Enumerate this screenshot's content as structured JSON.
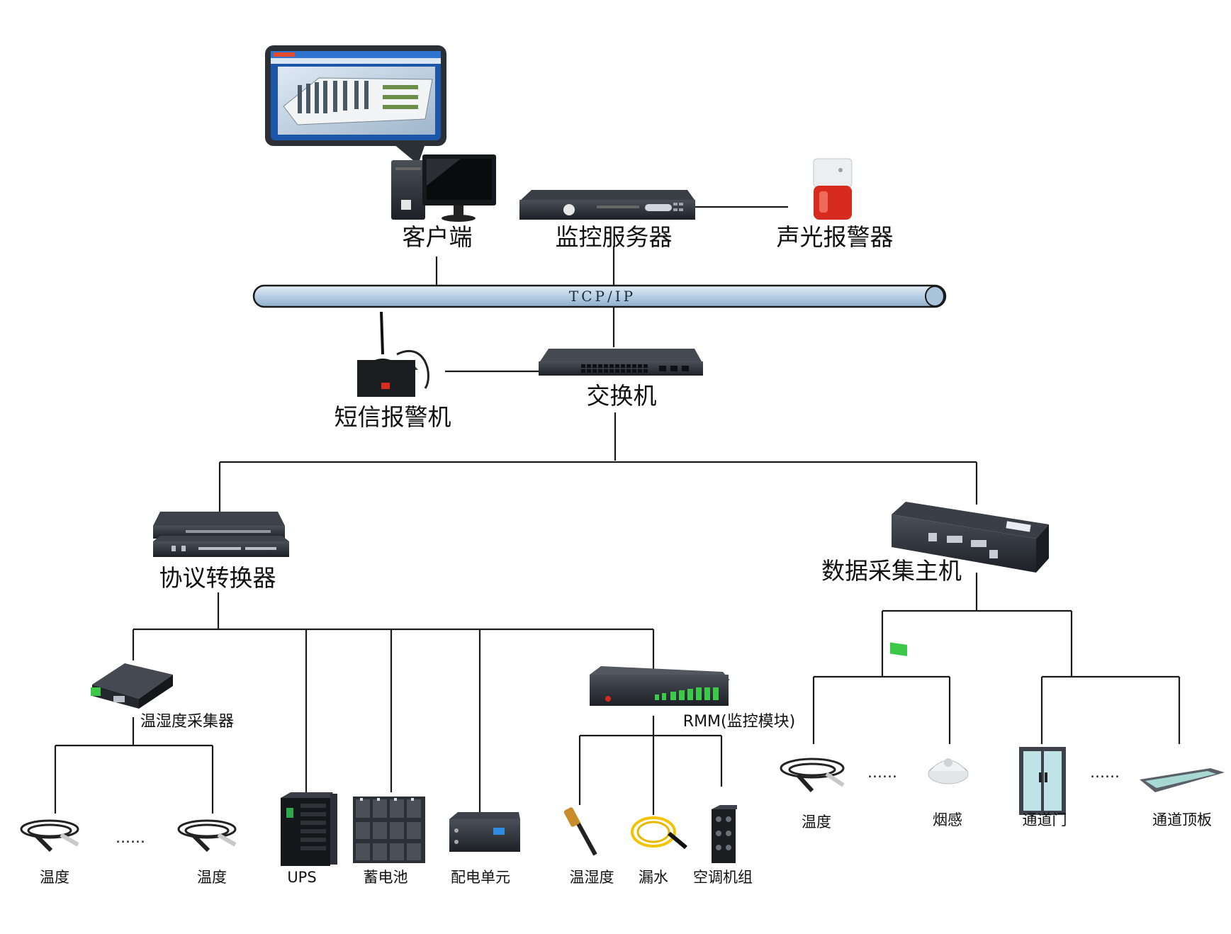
{
  "bus": {
    "label": "TCP/IP"
  },
  "nodes": {
    "client": "客户端",
    "monitor_server": "监控服务器",
    "sound_light_alarm": "声光报警器",
    "sms_alarm": "短信报警机",
    "switch": "交换机",
    "protocol_converter": "协议转换器",
    "data_collector_host": "数据采集主机",
    "th_collector": "温湿度采集器",
    "rmm": "RMM(监控模块)"
  },
  "leaves": {
    "temp_1": "温度",
    "temp_2": "温度",
    "ups": "UPS",
    "battery": "蓄电池",
    "power_unit": "配电单元",
    "rmm_th": "温湿度",
    "rmm_leak": "漏水",
    "rmm_ac": "空调机组",
    "host_temp": "温度",
    "smoke": "烟感",
    "aisle_door": "通道门",
    "aisle_roof": "通道顶板"
  },
  "ellipsis": "……",
  "colors": {
    "wire": "#1a1a1a",
    "bus_fill": "#bcd3e6",
    "bus_stroke": "#1a1a1a",
    "device_dark": "#2b2f36",
    "panel_green": "#3cc94a",
    "alarm_red": "#d82b1f"
  }
}
